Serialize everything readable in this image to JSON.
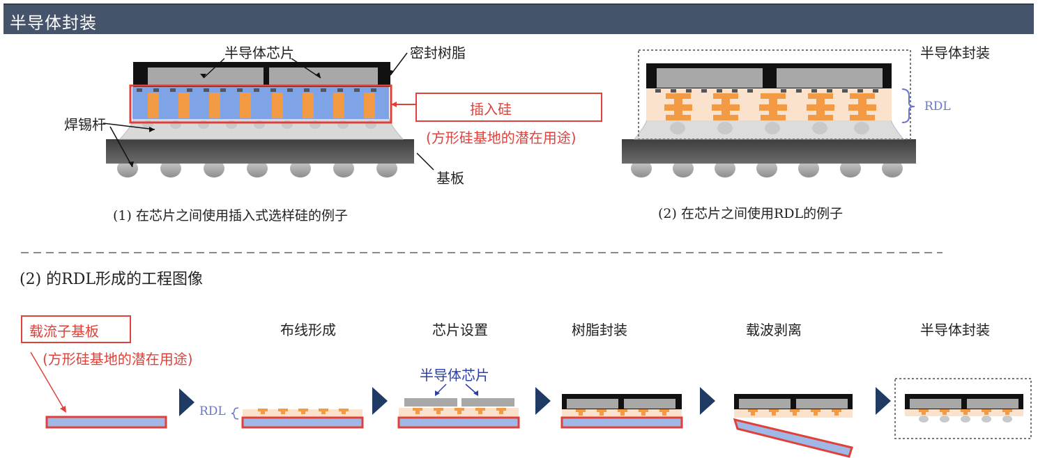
{
  "header": {
    "title": "半导体封装"
  },
  "diagram1": {
    "labels": {
      "chip": "半导体芯片",
      "resin": "密封树脂",
      "solder": "焊锡杆",
      "substrate": "基板",
      "interposer": "插入硅",
      "interposer_note": "(方形硅基地的潜在用途)"
    },
    "caption": "(1) 在芯片之间使用插入式选样硅的例子"
  },
  "diagram2": {
    "labels": {
      "package": "半导体封装",
      "rdl": "RDL"
    },
    "caption": "(2) 在芯片之间使用RDL的例子"
  },
  "process": {
    "title": "(2) 的RDL形成的工程图像",
    "steps": {
      "carrier": "载流子基板",
      "carrier_note": "(方形硅基地的潜在用途)",
      "wiring": "布线形成",
      "chip_place": "芯片设置",
      "resin_seal": "树脂封装",
      "carrier_release": "载波剥离",
      "package": "半导体封装"
    },
    "rdl_label": "RDL",
    "chip_label": "半导体芯片"
  },
  "colors": {
    "header_bg": "#46546b",
    "accent_red": "#e0403a",
    "label_blue": "#2a3fa8",
    "rdl_blue": "#6a76cc",
    "bump_orange": "#f29a44",
    "silicon_blue": "#7ea3e6",
    "rdl_peach": "#fbe2cc",
    "chip_gray": "#a8a8a8",
    "resin_black": "#111111",
    "substrate_gray": "#5a5a5a",
    "arrow_navy": "#1f3b63"
  }
}
